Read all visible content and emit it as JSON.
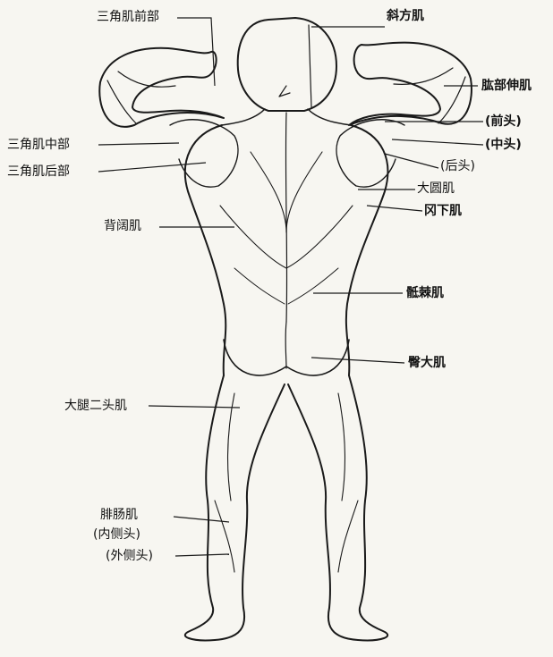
{
  "labels": {
    "deltoid_anterior": "三角肌前部",
    "trapezius": "斜方肌",
    "triceps": "肱部伸肌",
    "triceps_long_head": "(前头)",
    "triceps_lateral_head": "(中头)",
    "triceps_medial_head": "(后头)",
    "deltoid_middle": "三角肌中部",
    "deltoid_posterior": "三角肌后部",
    "teres_major": "大圆肌",
    "infraspinatus": "冈下肌",
    "latissimus": "背阔肌",
    "erector_spinae": "骶棘肌",
    "gluteus": "臀大肌",
    "biceps_femoris": "大腿二头肌",
    "gastrocnemius": "腓肠肌",
    "gastrocnemius_medial": "(内侧头)",
    "gastrocnemius_lateral": "(外侧头)"
  },
  "colors": {
    "ink": "#1a1a1a",
    "paper": "#f7f6f1"
  }
}
